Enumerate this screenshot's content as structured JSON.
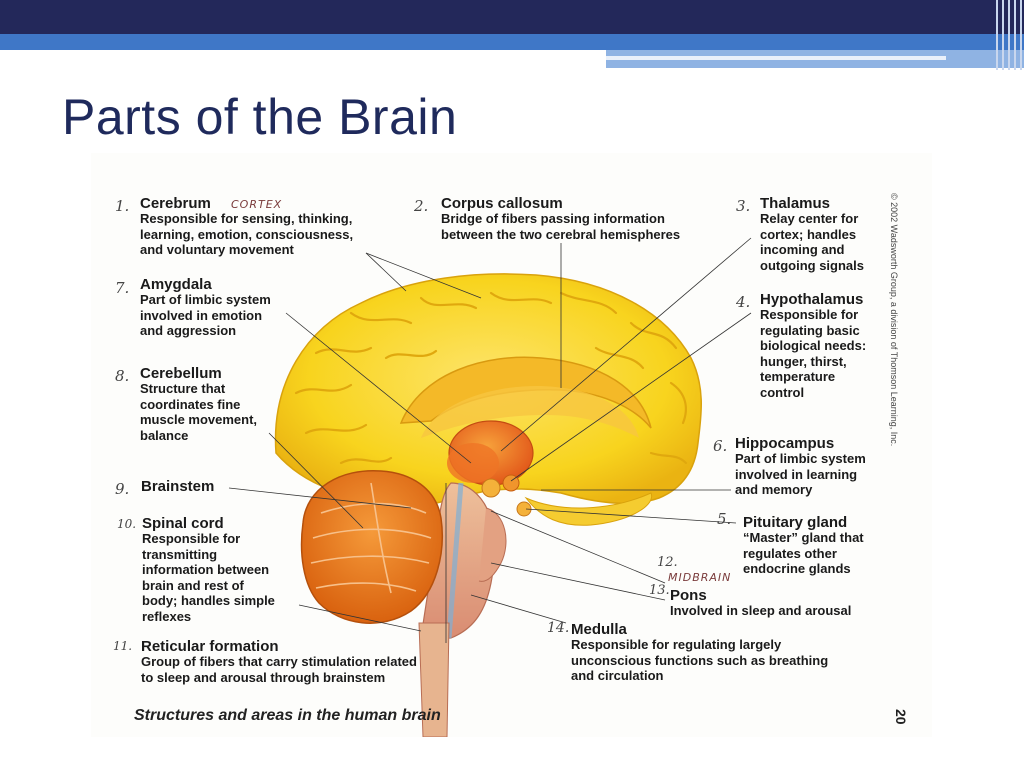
{
  "slide": {
    "title": "Parts of the Brain"
  },
  "figure": {
    "caption": "Structures and areas in the human brain",
    "copyright": "© 2002 Wadsworth Group, a division of Thomson Learning, Inc.",
    "page_number": "20",
    "labels": [
      {
        "id": "cerebrum",
        "num": "1.",
        "title": "Cerebrum",
        "handwritten": "CORTEX",
        "desc": "Responsible for sensing, thinking,\nlearning, emotion, consciousness,\nand voluntary movement"
      },
      {
        "id": "corpus-callosum",
        "num": "2.",
        "title": "Corpus callosum",
        "desc": "Bridge of fibers passing information\nbetween the two cerebral hemispheres"
      },
      {
        "id": "thalamus",
        "num": "3.",
        "title": "Thalamus",
        "desc": "Relay center for\ncortex; handles\nincoming and\noutgoing signals"
      },
      {
        "id": "hypothalamus",
        "num": "4.",
        "title": "Hypothalamus",
        "desc": "Responsible for\nregulating basic\nbiological needs:\nhunger, thirst,\ntemperature\ncontrol"
      },
      {
        "id": "pituitary",
        "num": "5.",
        "title": "Pituitary gland",
        "desc": "“Master” gland that\nregulates other\nendocrine glands"
      },
      {
        "id": "hippocampus",
        "num": "6.",
        "title": "Hippocampus",
        "desc": "Part of limbic system\ninvolved in learning\nand memory"
      },
      {
        "id": "amygdala",
        "num": "7.",
        "title": "Amygdala",
        "desc": "Part of limbic system\ninvolved in emotion\nand aggression"
      },
      {
        "id": "cerebellum",
        "num": "8.",
        "title": "Cerebellum",
        "desc": "Structure that\ncoordinates fine\nmuscle movement,\nbalance"
      },
      {
        "id": "brainstem",
        "num": "9.",
        "title": "Brainstem",
        "desc": ""
      },
      {
        "id": "spinal-cord",
        "num": "10.",
        "title": "Spinal cord",
        "desc": "Responsible for\ntransmitting\ninformation between\nbrain and rest of\nbody; handles simple\nreflexes"
      },
      {
        "id": "reticular",
        "num": "11.",
        "title": "Reticular formation",
        "desc": "Group of fibers that carry stimulation related\nto sleep and arousal through brainstem"
      },
      {
        "id": "midbrain",
        "num": "12.",
        "handwritten": "MIDBRAIN"
      },
      {
        "id": "pons",
        "num": "13.",
        "title": "Pons",
        "desc": "Involved in sleep and arousal"
      },
      {
        "id": "medulla",
        "num": "14.",
        "title": "Medulla",
        "desc": "Responsible for regulating largely\nunconscious functions such as breathing\nand circulation"
      }
    ]
  },
  "colors": {
    "title": "#1f2a5c",
    "topbar": "#23285a",
    "accent_blue": "#3f77c7",
    "cerebrum": "#f7d21c",
    "cerebellum": "#e8731b",
    "brainstem": "#e9a98a"
  }
}
